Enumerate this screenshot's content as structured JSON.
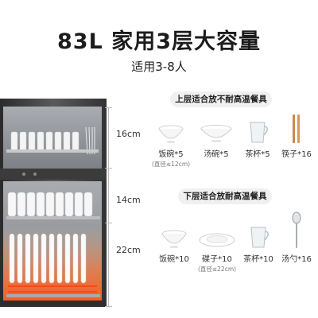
{
  "header": {
    "title": "83L 家用3层大容量",
    "subtitle": "适用3-8人"
  },
  "dimensions": {
    "top": "16cm",
    "middle": "14cm",
    "bottom": "22cm"
  },
  "upper": {
    "heading": "上层适合放不耐高温餐具",
    "items": [
      {
        "label": "饭碗*5",
        "note": "(直径≤12cm)",
        "icon": "rice-bowl-icon"
      },
      {
        "label": "汤碗*5",
        "note": "",
        "icon": "soup-bowl-icon"
      },
      {
        "label": "茶杯*5",
        "note": "",
        "icon": "tea-cup-icon"
      },
      {
        "label": "筷子*16",
        "note": "",
        "icon": "chopsticks-icon"
      }
    ]
  },
  "lower": {
    "heading": "下层适合放耐高温餐具",
    "items": [
      {
        "label": "饭碗*10",
        "note": "",
        "icon": "rice-bowl-icon"
      },
      {
        "label": "碟子*10",
        "note": "(直径≤22cm)",
        "icon": "plate-icon"
      },
      {
        "label": "茶杯*10",
        "note": "",
        "icon": "tea-cup-icon"
      },
      {
        "label": "汤勺*16",
        "note": "",
        "icon": "spoon-icon"
      }
    ]
  },
  "colors": {
    "cabinet_frame": "#3a3a3a",
    "heating_glow": "#ff6a2a",
    "pill_bg": "#f0f0f0"
  }
}
